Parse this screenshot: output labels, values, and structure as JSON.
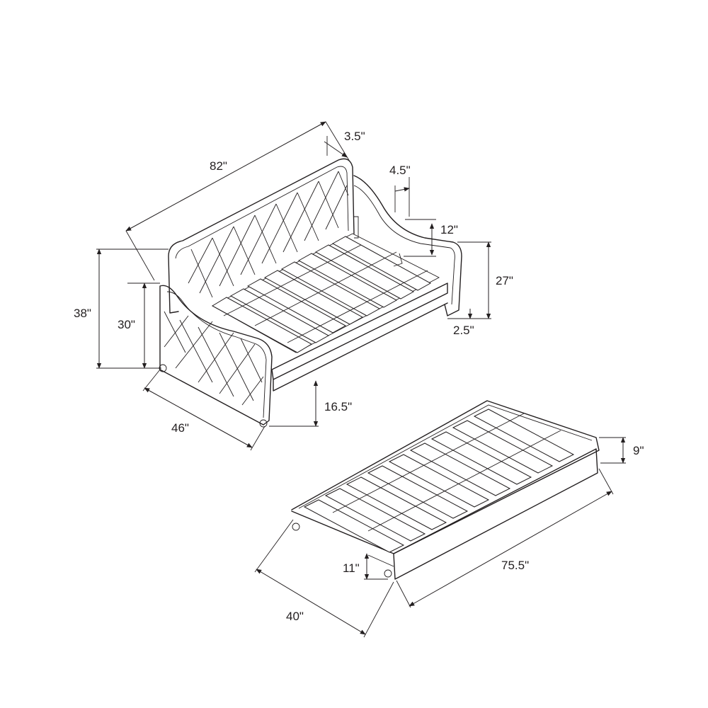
{
  "colors": {
    "line": "#231f20",
    "background": "#ffffff"
  },
  "daybed": {
    "length": "82\"",
    "arm_width": "3.5\"",
    "slat_gap": "4.5\"",
    "arm_drop": "12\"",
    "arm_height": "27\"",
    "clearance": "2.5\"",
    "back_height": "38\"",
    "front_arm_height": "30\"",
    "depth": "46\"",
    "rail_height": "16.5\""
  },
  "trundle": {
    "panel_height": "9\"",
    "length": "75.5\"",
    "height": "11\"",
    "depth": "40\""
  }
}
